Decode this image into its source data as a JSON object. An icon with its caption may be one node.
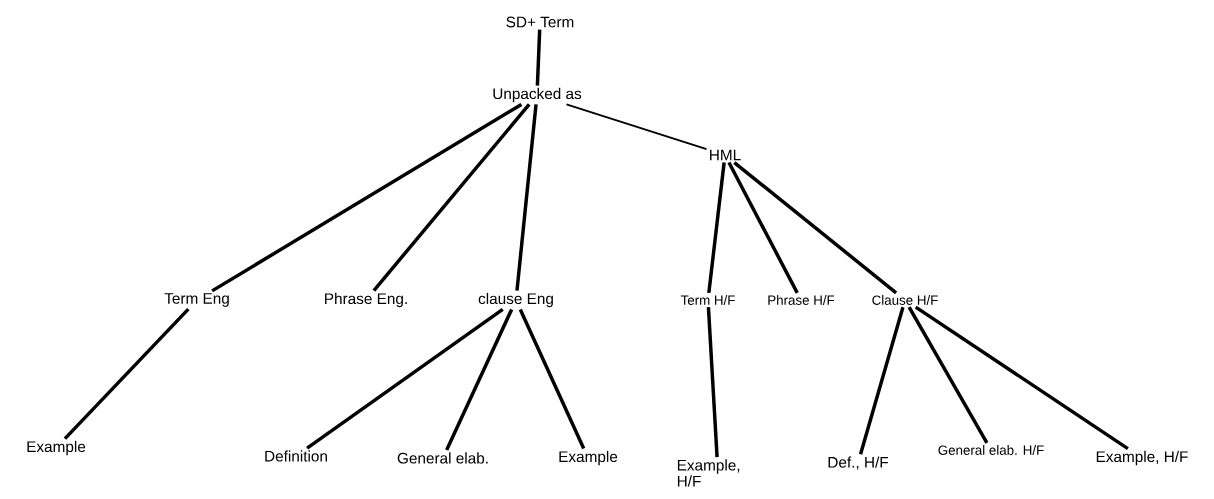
{
  "diagram": {
    "nodes": [
      {
        "text": [
          "SD+ Term"
        ]
      },
      {
        "text": [
          "Unpacked as"
        ]
      },
      {
        "text": [
          "HML"
        ]
      },
      {
        "text": [
          "Term Eng"
        ]
      },
      {
        "text": [
          "Phrase Eng."
        ]
      },
      {
        "text": [
          "clause Eng"
        ]
      },
      {
        "text": [
          "Term H/F"
        ]
      },
      {
        "text": [
          "Phrase H/F"
        ]
      },
      {
        "text": [
          "Clause H/F"
        ]
      },
      {
        "text": [
          "Example"
        ]
      },
      {
        "text": [
          "Definition"
        ]
      },
      {
        "text": [
          "General elab."
        ]
      },
      {
        "text": [
          "Example"
        ]
      },
      {
        "text": [
          "Example, H/F"
        ]
      },
      {
        "text": [
          "Def., H/F"
        ]
      },
      {
        "text": [
          "General elab. H/F"
        ]
      },
      {
        "text": [
          "Example, H/F"
        ]
      }
    ],
    "edges": [
      {
        "from": 0,
        "to": 1,
        "arrow": "none"
      },
      {
        "from": 1,
        "to": 3,
        "arrow": "none"
      },
      {
        "from": 1,
        "to": 4,
        "arrow": "none"
      },
      {
        "from": 1,
        "to": 5,
        "arrow": "none"
      },
      {
        "from": 1,
        "to": 2,
        "arrow": "none"
      },
      {
        "from": 2,
        "to": 6,
        "arrow": "none"
      },
      {
        "from": 2,
        "to": 7,
        "arrow": "none"
      },
      {
        "from": 2,
        "to": 8,
        "arrow": "none"
      },
      {
        "from": 3,
        "to": 9,
        "arrow": "none"
      },
      {
        "from": 5,
        "to": 10,
        "arrow": "none"
      },
      {
        "from": 5,
        "to": 11,
        "arrow": "none"
      },
      {
        "from": 5,
        "to": 12,
        "arrow": "none"
      },
      {
        "from": 6,
        "to": 13,
        "arrow": "none"
      },
      {
        "from": 8,
        "to": 14,
        "arrow": "none"
      },
      {
        "from": 8,
        "to": 15,
        "arrow": "none"
      },
      {
        "from": 8,
        "to": 16,
        "arrow": "none"
      }
    ]
  }
}
